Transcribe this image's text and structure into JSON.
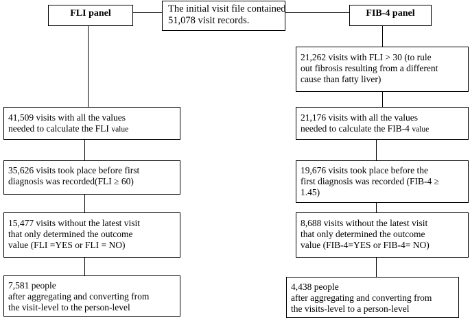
{
  "root": {
    "line1": "The initial visit file contained",
    "line2": "51,078 visit records."
  },
  "fli_panel": {
    "title": "FLI panel",
    "steps": [
      {
        "line1_prefix": "41,509 visits with all the values",
        "line2_prefix": "needed to calculate the FLI ",
        "line2_suffix": "value"
      },
      {
        "line1": "35,626 visits took place before first",
        "line2": "diagnosis was recorded(FLI ≥ 60)"
      },
      {
        "line1": "15,477 visits without the latest visit",
        "line2": "that only determined the outcome",
        "line3": "value (FLI =YES or FLI = NO)"
      },
      {
        "line1": "7,581 people",
        "line2": "after aggregating and converting from",
        "line3": "the visit-level to the person-level"
      }
    ]
  },
  "fib4_panel": {
    "title": "FIB-4 panel",
    "steps": [
      {
        "line1": "21,262 visits with FLI > 30 (to rule",
        "line2": "out fibrosis resulting from a different",
        "line3": "cause than fatty liver)"
      },
      {
        "line1_prefix": "21,176 visits with all the values",
        "line2_prefix": "needed to calculate the FIB-4 ",
        "line2_suffix": "value"
      },
      {
        "line1": "19,676 visits took place before the",
        "line2": "first diagnosis was recorded (FIB-4 ≥",
        "line3": "1.45)"
      },
      {
        "line1": "8,688 visits without the latest visit",
        "line2": "that only determined the outcome",
        "line3": "value (FIB-4=YES or FIB-4= NO)"
      },
      {
        "line1": "4,438 people",
        "line2": "after aggregating and converting from",
        "line3": "the visits-level to a person-level"
      }
    ]
  }
}
